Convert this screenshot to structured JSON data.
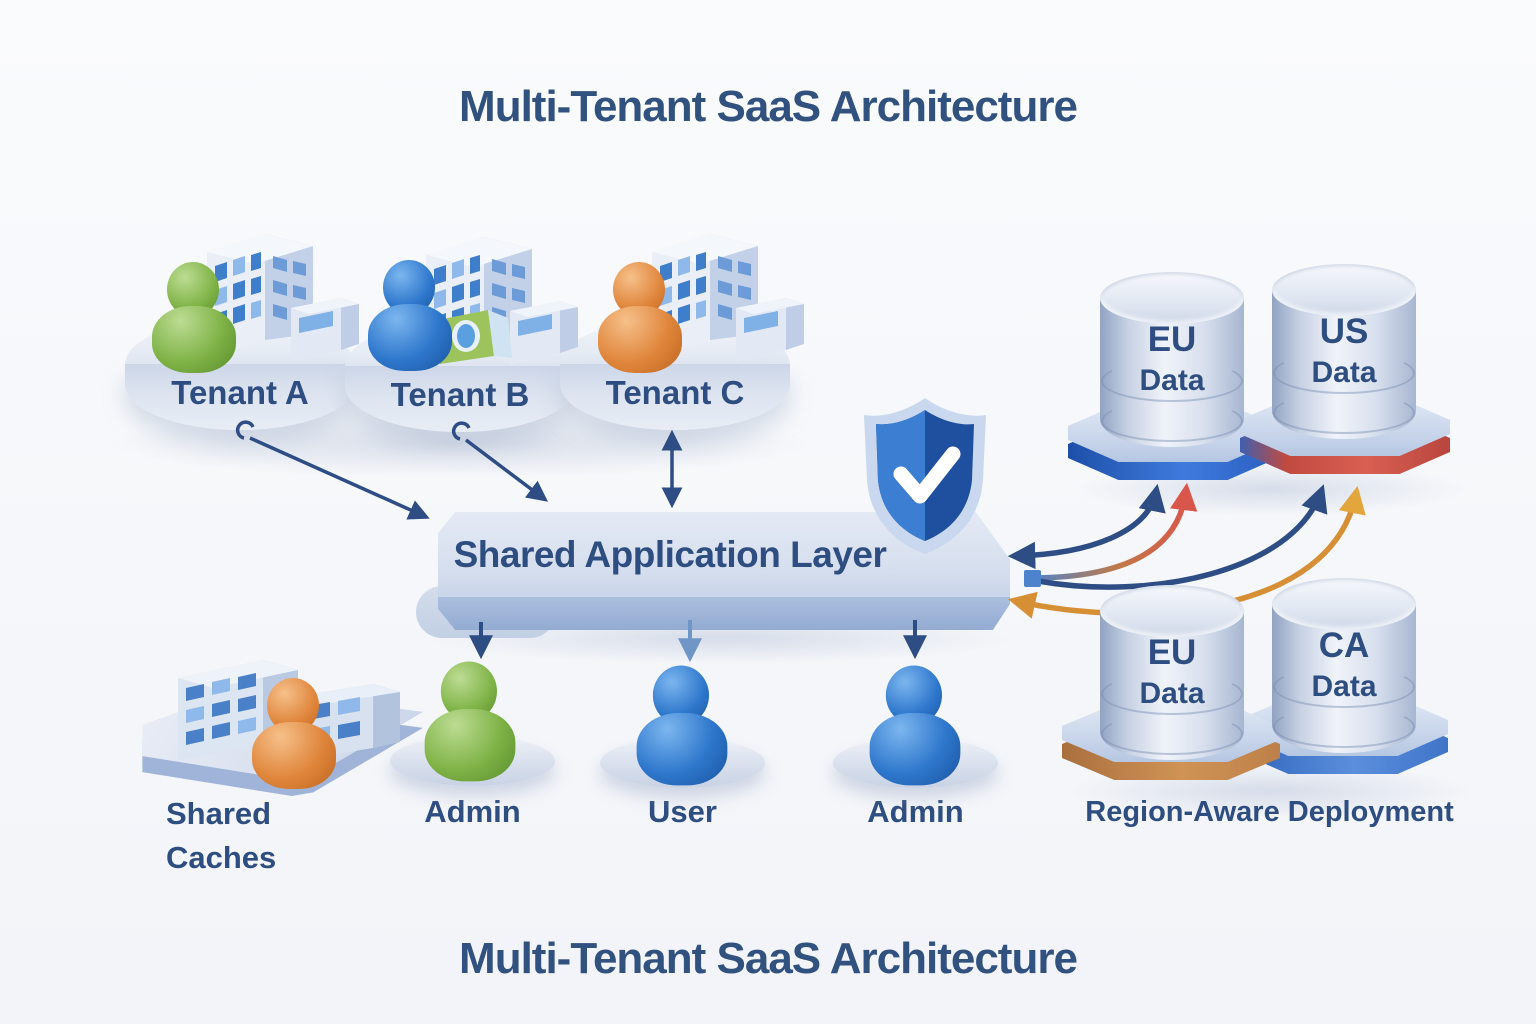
{
  "titles": {
    "top": "Multi-Tenant SaaS Architecture",
    "bottom": "Multi-Tenant SaaS Architecture"
  },
  "tenants": [
    {
      "label": "Tenant A",
      "person_color": "#7fb347"
    },
    {
      "label": "Tenant B",
      "person_color": "#2e77cc"
    },
    {
      "label": "Tenant C",
      "person_color": "#e0863c"
    }
  ],
  "application_layer": {
    "label": "Shared Application Layer",
    "icon": "shield-check-icon"
  },
  "actors": [
    {
      "label": "Admin",
      "color": "#7fb347"
    },
    {
      "label": "User",
      "color": "#2e77cc"
    },
    {
      "label": "Admin",
      "color": "#2e77cc"
    }
  ],
  "shared_caches": {
    "label": "Shared Caches",
    "icon": "buildings-icon"
  },
  "databases": [
    {
      "region": "EU",
      "word": "Data",
      "platform_color": "#2f6cd4",
      "position": "top-left"
    },
    {
      "region": "US",
      "word": "Data",
      "platform_color": "#cd5248",
      "position": "top-right"
    },
    {
      "region": "EU",
      "word": "Data",
      "platform_color": "#c08552",
      "position": "bottom-left"
    },
    {
      "region": "CA",
      "word": "Data",
      "platform_color": "#4a7fd4",
      "position": "bottom-right"
    }
  ],
  "region_label": "Region-Aware Deployment",
  "icons": {
    "shield": "shield-check-icon",
    "person": "person-icon",
    "building": "building-icon",
    "database": "database-cylinder-icon"
  },
  "colors": {
    "text_navy": "#2e4d80",
    "arrow_navy": "#2e4d84",
    "arrow_light_blue": "#7096c8",
    "arrow_orange": "#d68f35",
    "arrow_red": "#d8574a",
    "arrow_yellow": "#e2a63d",
    "shield_light": "#3b7ed2",
    "shield_dark": "#1f4f9f",
    "background": "#f7f8fb"
  }
}
